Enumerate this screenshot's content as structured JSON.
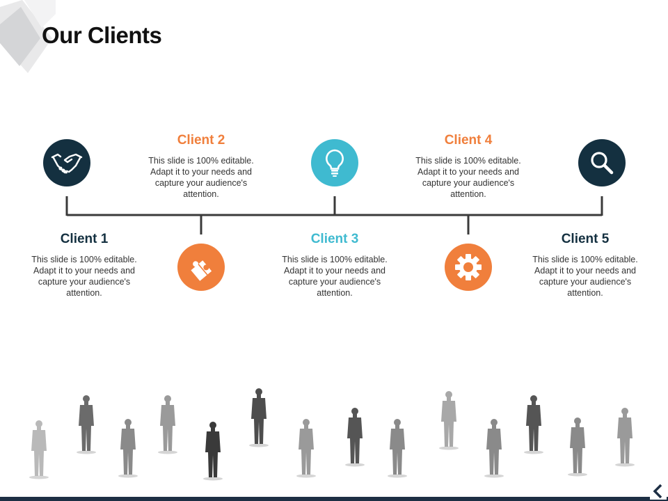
{
  "slide": {
    "title": "Our Clients"
  },
  "colors": {
    "dark": "#143040",
    "orange": "#f07f3c",
    "teal": "#3fbad0",
    "line": "#3a3a3a"
  },
  "clients": [
    {
      "title": "Client 1",
      "description": "This slide is 100% editable. Adapt it to your needs and capture your audience's attention.",
      "icon": "handshake-icon",
      "color": "#143040"
    },
    {
      "title": "Client 2",
      "description": "This slide is 100% editable. Adapt it to your needs and capture your audience's attention.",
      "icon": "puzzle-icon",
      "color": "#f07f3c"
    },
    {
      "title": "Client 3",
      "description": "This slide is 100% editable. Adapt it to your needs and capture your audience's attention.",
      "icon": "lightbulb-icon",
      "color": "#3fbad0"
    },
    {
      "title": "Client 4",
      "description": "This slide is 100% editable. Adapt it to your needs and capture your audience's attention.",
      "icon": "gear-icon",
      "color": "#f07f3c"
    },
    {
      "title": "Client 5",
      "description": "This slide is 100% editable. Adapt it to your needs and capture your audience's attention.",
      "icon": "search-icon",
      "color": "#143040"
    }
  ]
}
